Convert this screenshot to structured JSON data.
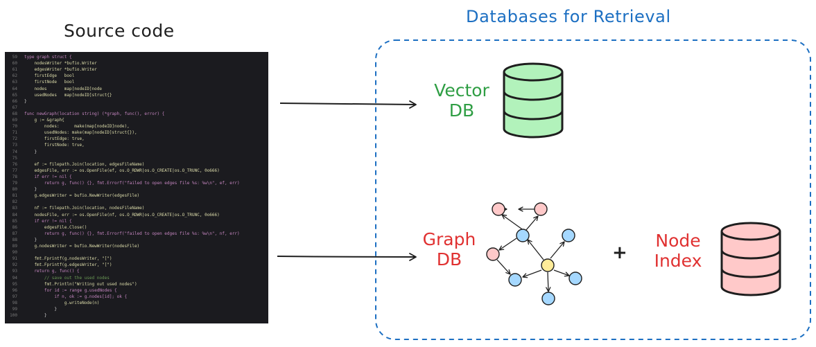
{
  "source_title": "Source code",
  "databases_title": "Databases for Retrieval",
  "vector_db": {
    "line1": "Vector",
    "line2": "DB"
  },
  "graph_db": {
    "line1": "Graph",
    "line2": "DB"
  },
  "plus_sign": "+",
  "node_index": {
    "line1": "Node",
    "line2": "Index"
  },
  "colors": {
    "title_blue": "#1c6fc2",
    "vector_green": "#2f9e44",
    "vector_fill": "#b2f2bb",
    "graph_red": "#e03131",
    "index_fill": "#ffc9c9",
    "node_blue": "#a5d8ff",
    "node_pink": "#ffc9c9",
    "node_yellow": "#ffec99"
  },
  "code": {
    "lines": [
      {
        "n": "59",
        "t": "type graph struct {"
      },
      {
        "n": "60",
        "t": "    nodesWriter *bufio.Writer"
      },
      {
        "n": "61",
        "t": "    edgesWriter *bufio.Writer"
      },
      {
        "n": "62",
        "t": "    firstEdge   bool"
      },
      {
        "n": "63",
        "t": "    firstNode   bool"
      },
      {
        "n": "64",
        "t": "    nodes       map[nodeID]node"
      },
      {
        "n": "65",
        "t": "    usedNodes   map[nodeID]struct{}"
      },
      {
        "n": "66",
        "t": "}"
      },
      {
        "n": "67",
        "t": ""
      },
      {
        "n": "68",
        "t": "func newGraph(location string) (*graph, func(), error) {"
      },
      {
        "n": "69",
        "t": "    g := &graph{"
      },
      {
        "n": "70",
        "t": "        nodes:      make(map[nodeID]node),"
      },
      {
        "n": "71",
        "t": "        usedNodes: make(map[nodeID]struct{}),"
      },
      {
        "n": "72",
        "t": "        firstEdge: true,"
      },
      {
        "n": "73",
        "t": "        firstNode: true,"
      },
      {
        "n": "74",
        "t": "    }"
      },
      {
        "n": "75",
        "t": ""
      },
      {
        "n": "76",
        "t": "    ef := filepath.Join(location, edgesFileName)"
      },
      {
        "n": "77",
        "t": "    edgesFile, err := os.OpenFile(ef, os.O_RDWR|os.O_CREATE|os.O_TRUNC, 0o666)"
      },
      {
        "n": "78",
        "t": "    if err != nil {"
      },
      {
        "n": "79",
        "t": "        return g, func() {}, fmt.Errorf(\"failed to open edges file %s: %w\\n\", ef, err)"
      },
      {
        "n": "80",
        "t": "    }"
      },
      {
        "n": "81",
        "t": "    g.edgesWriter = bufio.NewWriter(edgesFile)"
      },
      {
        "n": "82",
        "t": ""
      },
      {
        "n": "83",
        "t": "    nf := filepath.Join(location, nodesFileName)"
      },
      {
        "n": "84",
        "t": "    nodesFile, err := os.OpenFile(nf, os.O_RDWR|os.O_CREATE|os.O_TRUNC, 0o666)"
      },
      {
        "n": "85",
        "t": "    if err != nil {"
      },
      {
        "n": "86",
        "t": "        edgesFile.Close()"
      },
      {
        "n": "87",
        "t": "        return g, func() {}, fmt.Errorf(\"failed to open edges file %s: %w\\n\", nf, err)"
      },
      {
        "n": "88",
        "t": "    }"
      },
      {
        "n": "89",
        "t": "    g.nodesWriter = bufio.NewWriter(nodesFile)"
      },
      {
        "n": "90",
        "t": ""
      },
      {
        "n": "91",
        "t": "    fmt.Fprintf(g.nodesWriter, \"[\")"
      },
      {
        "n": "92",
        "t": "    fmt.Fprintf(g.edgesWriter, \"[\")"
      },
      {
        "n": "93",
        "t": "    return g, func() {"
      },
      {
        "n": "94",
        "t": "        // save out the used nodes"
      },
      {
        "n": "95",
        "t": "        fmt.Println(\"Writing out used nodes\")"
      },
      {
        "n": "96",
        "t": "        for id := range g.usedNodes {"
      },
      {
        "n": "97",
        "t": "            if n, ok := g.nodes[id]; ok {"
      },
      {
        "n": "98",
        "t": "                g.writeNode(n)"
      },
      {
        "n": "99",
        "t": "            }"
      },
      {
        "n": "100",
        "t": "        }"
      }
    ]
  }
}
